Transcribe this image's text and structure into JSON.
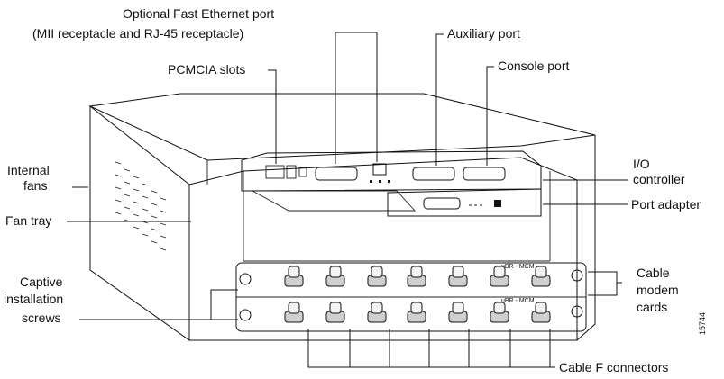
{
  "labels": {
    "optional_fe_line1": "Optional Fast Ethernet port",
    "optional_fe_line2": "(MII receptacle and RJ-45 receptacle)",
    "pcmcia": "PCMCIA slots",
    "auxiliary": "Auxiliary port",
    "console": "Console port",
    "io_line1": "I/O",
    "io_line2": "controller",
    "port_adapter": "Port adapter",
    "internal_line1": "Internal",
    "internal_line2": "fans",
    "fan_tray": "Fan tray",
    "captive_line1": "Captive",
    "captive_line2": "installation",
    "captive_line3": "screws",
    "cable_modem_line1": "Cable",
    "cable_modem_line2": "modem",
    "cable_modem_line3": "cards",
    "cable_f": "Cable F connectors",
    "figure_number": "15744"
  },
  "card_text": {
    "card1": "uBR - MCM",
    "card2": "uBR - MCM"
  }
}
